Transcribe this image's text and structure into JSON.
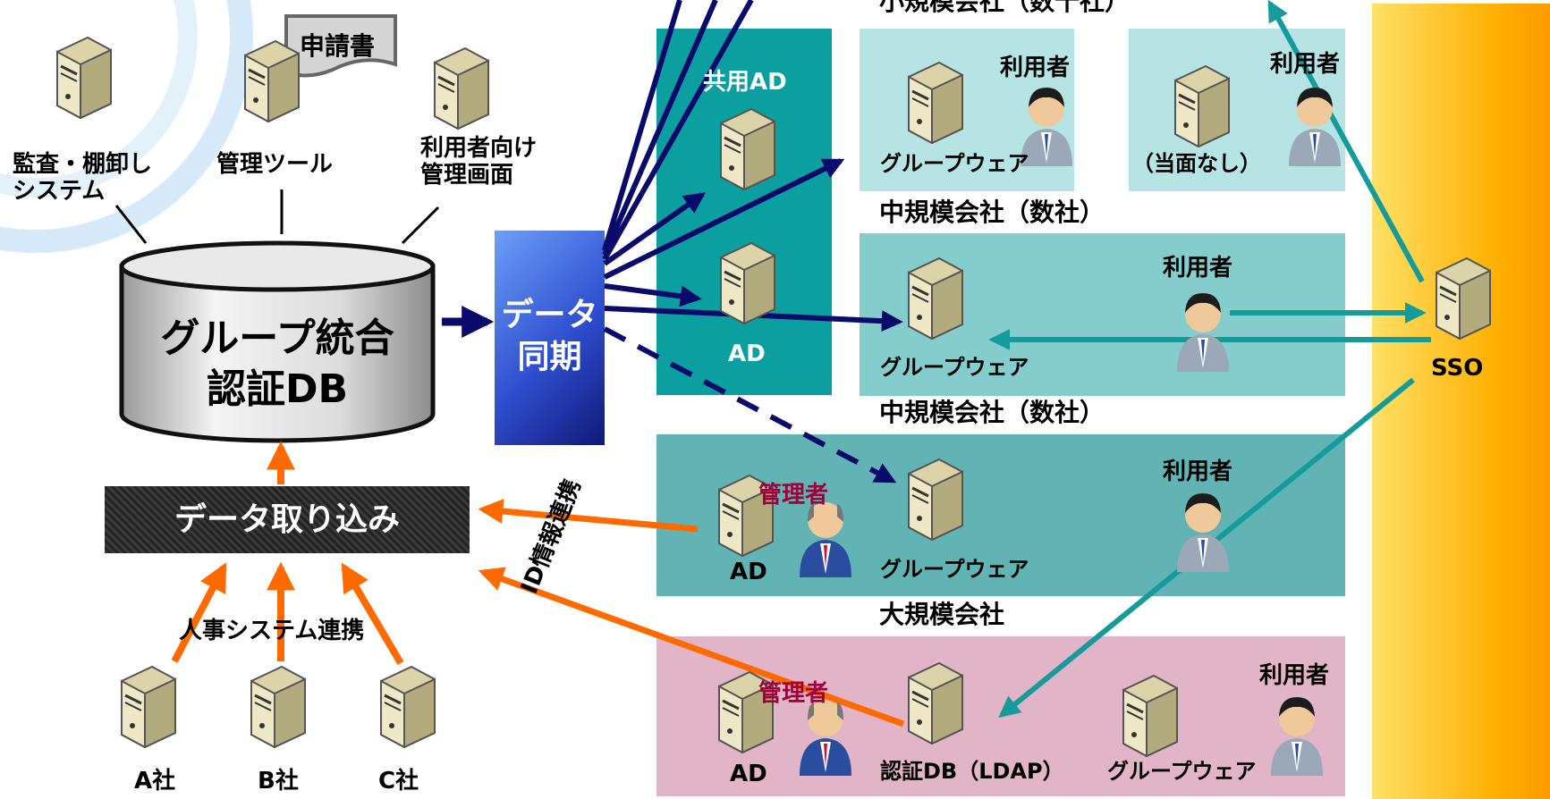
{
  "colors": {
    "teal_dark": "#0c9f9f",
    "teal_light": "#b6e3e3",
    "teal_mid": "#85cccc",
    "teal_large": "#62b3b3",
    "pink": "#e2b4c7",
    "navy": "#0a0a6b",
    "orange": "#ff6a00",
    "teal_arrow": "#169b9b",
    "gold": "#ffc000"
  },
  "left": {
    "audit_label": "監査・棚卸し\nシステム",
    "admin_tool_label": "管理ツール",
    "user_admin_label": "利用者向け\n管理画面",
    "application_form": "申請書",
    "db_label": "グループ統合\n認証DB",
    "sync_label": "データ\n同期",
    "import_label": "データ取り込み",
    "hr_label": "人事システム連携",
    "company_a": "A社",
    "company_b": "B社",
    "company_c": "C社",
    "id_link": "ID情報連携"
  },
  "shared_ad": {
    "title": "共用AD",
    "ad_label": "AD"
  },
  "small": {
    "title": "小規模会社（数十社）",
    "user1": "利用者",
    "groupware": "グループウェア",
    "user2": "利用者",
    "none": "（当面なし）"
  },
  "medium1": {
    "title": "中規模会社（数社）",
    "user": "利用者",
    "groupware": "グループウェア"
  },
  "medium2": {
    "title": "中規模会社（数社）",
    "admin": "管理者",
    "ad": "AD",
    "groupware": "グループウェア",
    "user": "利用者"
  },
  "large": {
    "title": "大規模会社",
    "admin": "管理者",
    "ad": "AD",
    "auth_db": "認証DB（LDAP）",
    "groupware": "グループウェア",
    "user": "利用者"
  },
  "sso": {
    "label": "SSO"
  }
}
